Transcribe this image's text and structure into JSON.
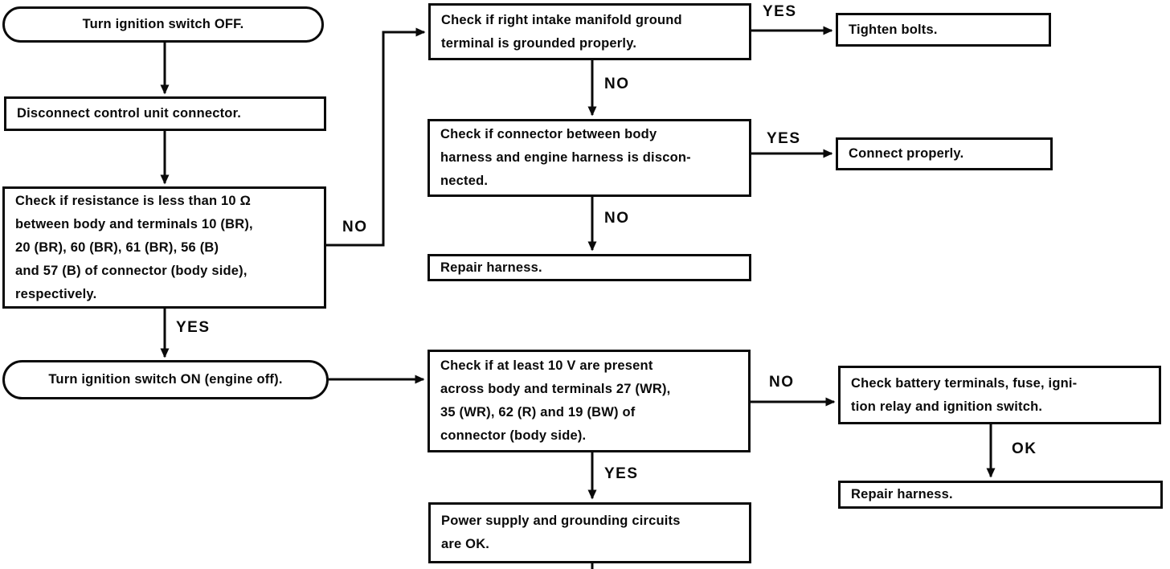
{
  "flowchart": {
    "nodes": {
      "turn_ignition_off": {
        "shape": "terminator",
        "text": "Turn ignition switch OFF."
      },
      "disconnect_connector": {
        "shape": "process",
        "text": "Disconnect control unit connector."
      },
      "check_resistance": {
        "shape": "process",
        "text": "Check if resistance is less than 10 Ω\nbetween body and terminals 10 (BR),\n20 (BR), 60 (BR), 61 (BR), 56 (B)\nand 57 (B) of connector (body side),\nrespectively."
      },
      "turn_ignition_on": {
        "shape": "terminator",
        "text": "Turn ignition switch ON (engine off)."
      },
      "check_ground_terminal": {
        "shape": "process",
        "text": "Check if right intake manifold ground\nterminal is grounded properly."
      },
      "tighten_bolts": {
        "shape": "process",
        "text": "Tighten bolts."
      },
      "check_harness_connector": {
        "shape": "process",
        "text": "Check if connector between body\nharness and engine harness is discon-\nnected."
      },
      "connect_properly": {
        "shape": "process",
        "text": "Connect properly."
      },
      "repair_harness_mid": {
        "shape": "process",
        "text": "Repair harness."
      },
      "check_voltage": {
        "shape": "process",
        "text": "Check if at least 10 V are present\nacross body and terminals 27 (WR),\n35 (WR), 62 (R) and 19 (BW) of\nconnector (body side)."
      },
      "check_battery": {
        "shape": "process",
        "text": "Check battery terminals, fuse, igni-\ntion relay and ignition switch."
      },
      "repair_harness_right": {
        "shape": "process",
        "text": "Repair harness."
      },
      "power_ok": {
        "shape": "process",
        "text": "Power supply and grounding circuits\nare OK."
      }
    },
    "edge_labels": {
      "resistance_no": "NO",
      "resistance_yes": "YES",
      "ground_yes": "YES",
      "ground_no": "NO",
      "harness_yes": "YES",
      "harness_no": "NO",
      "voltage_no": "NO",
      "voltage_yes": "YES",
      "battery_ok": "OK"
    },
    "colors": {
      "line": "#0a0a0a",
      "background": "#ffffff"
    }
  }
}
